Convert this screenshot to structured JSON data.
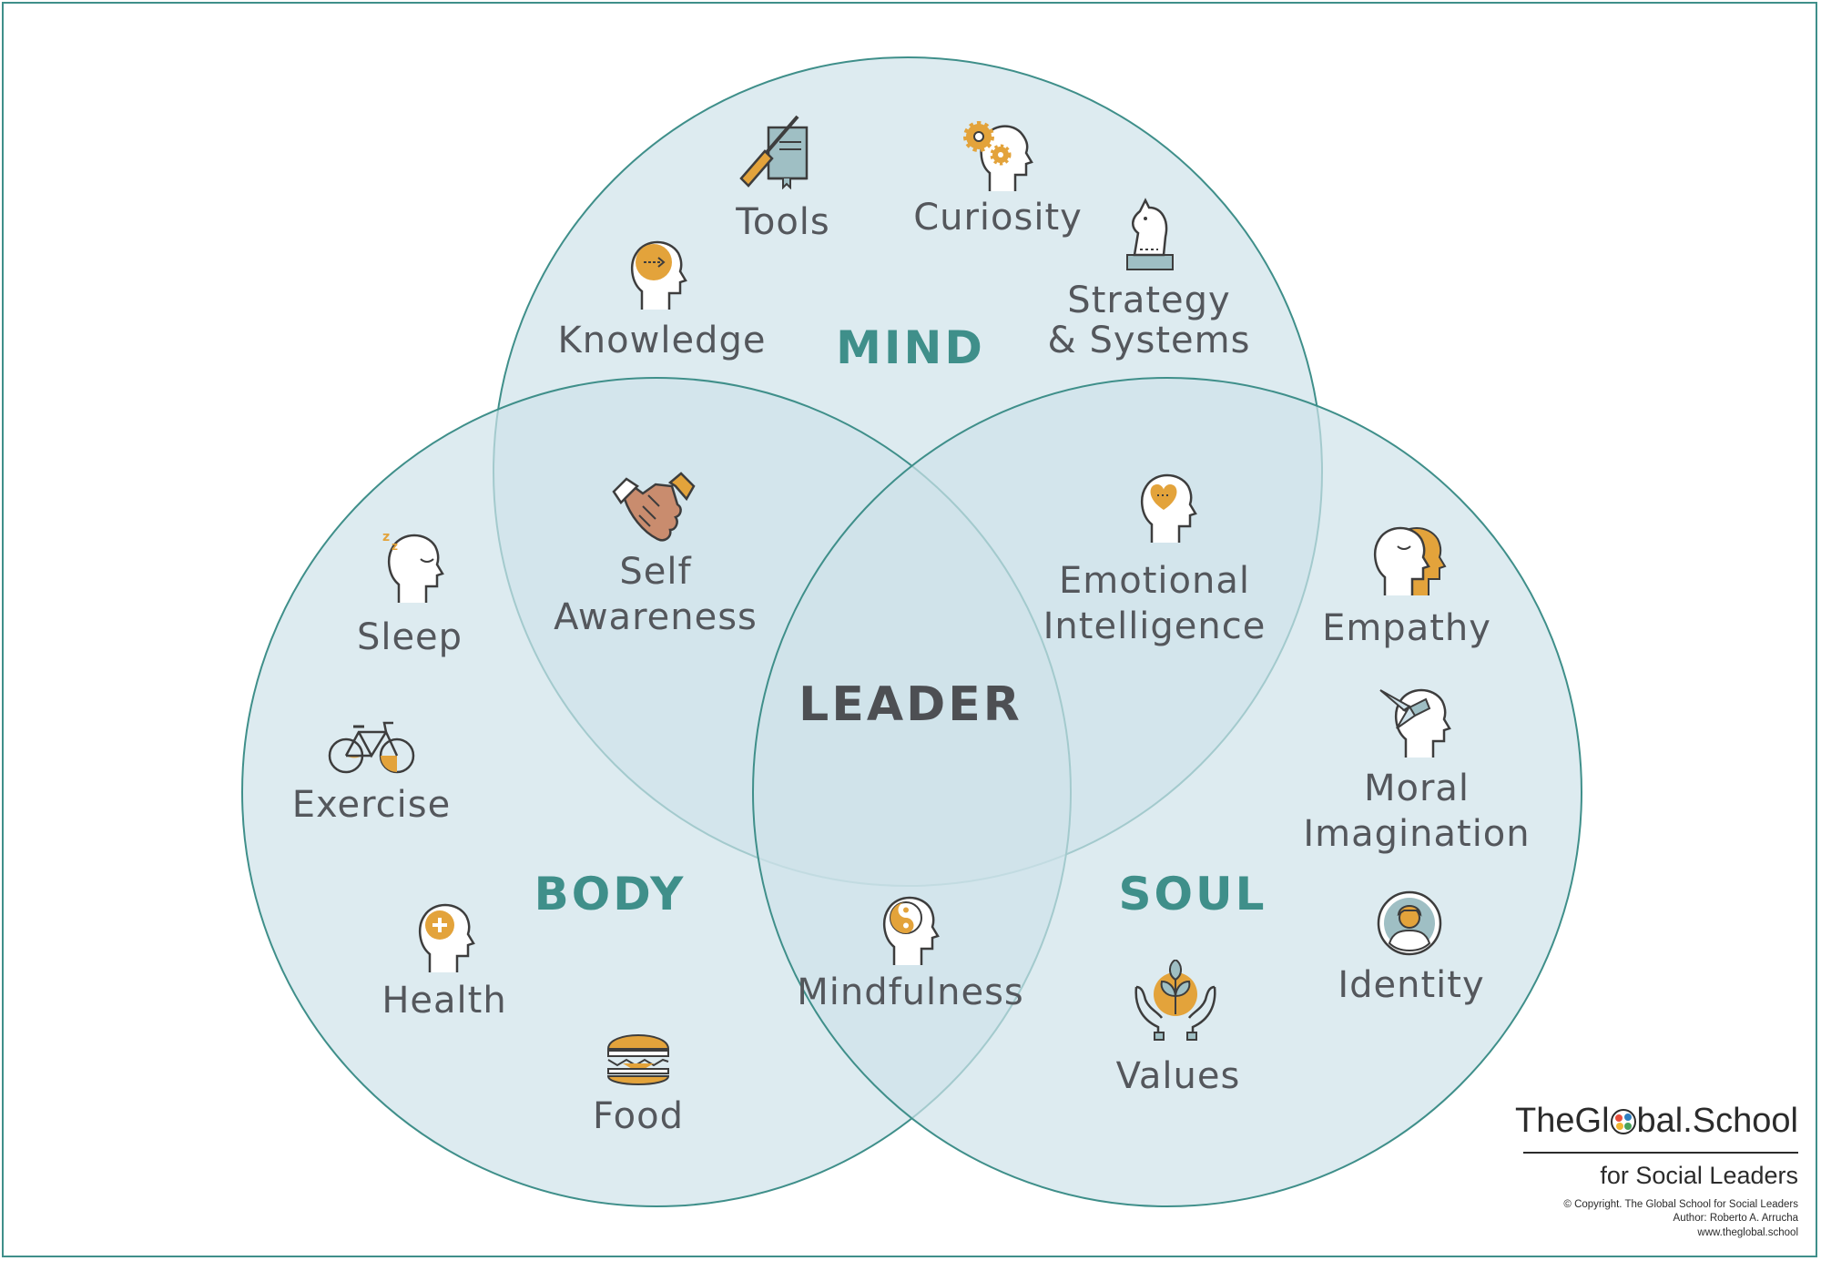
{
  "circles": {
    "mind": "MIND",
    "body": "BODY",
    "soul": "SOUL",
    "center": "LEADER"
  },
  "mind_items": {
    "tools": "Tools",
    "curiosity": "Curiosity",
    "knowledge": "Knowledge",
    "strategy_line1": "Strategy",
    "strategy_line2": "& Systems"
  },
  "body_items": {
    "sleep": "Sleep",
    "exercise": "Exercise",
    "health": "Health",
    "food": "Food"
  },
  "soul_items": {
    "empathy": "Empathy",
    "moral_line1": "Moral",
    "moral_line2": "Imagination",
    "identity": "Identity",
    "values": "Values"
  },
  "overlaps": {
    "self_line1": "Self",
    "self_line2": "Awareness",
    "emotional_line1": "Emotional",
    "emotional_line2": "Intelligence",
    "mindfulness": "Mindfulness"
  },
  "logo": {
    "name_part1": "TheGl",
    "name_part2": "bal.School",
    "subtitle": "for Social Leaders",
    "copyright": "© Copyright. The Global School for Social Leaders",
    "author": "Author: Roberto A. Arrucha",
    "website": "www.theglobal.school"
  },
  "colors": {
    "circle_fill": "#d6e7ee",
    "circle_stroke": "#3f8f8a",
    "title_teal": "#3f8f8a",
    "text_gray": "#54575c",
    "icon_orange": "#e3a33b",
    "icon_outline": "#3d3d3d"
  },
  "icons": [
    "screwdriver-book-icon",
    "gears-head-icon",
    "head-arrow-icon",
    "chess-knight-icon",
    "handshake-icon",
    "heart-head-icon",
    "sleep-head-icon",
    "bicycle-icon",
    "health-head-icon",
    "burger-icon",
    "empathy-heads-icon",
    "origami-bird-head-icon",
    "person-badge-icon",
    "yin-yang-head-icon",
    "plant-hands-icon"
  ]
}
